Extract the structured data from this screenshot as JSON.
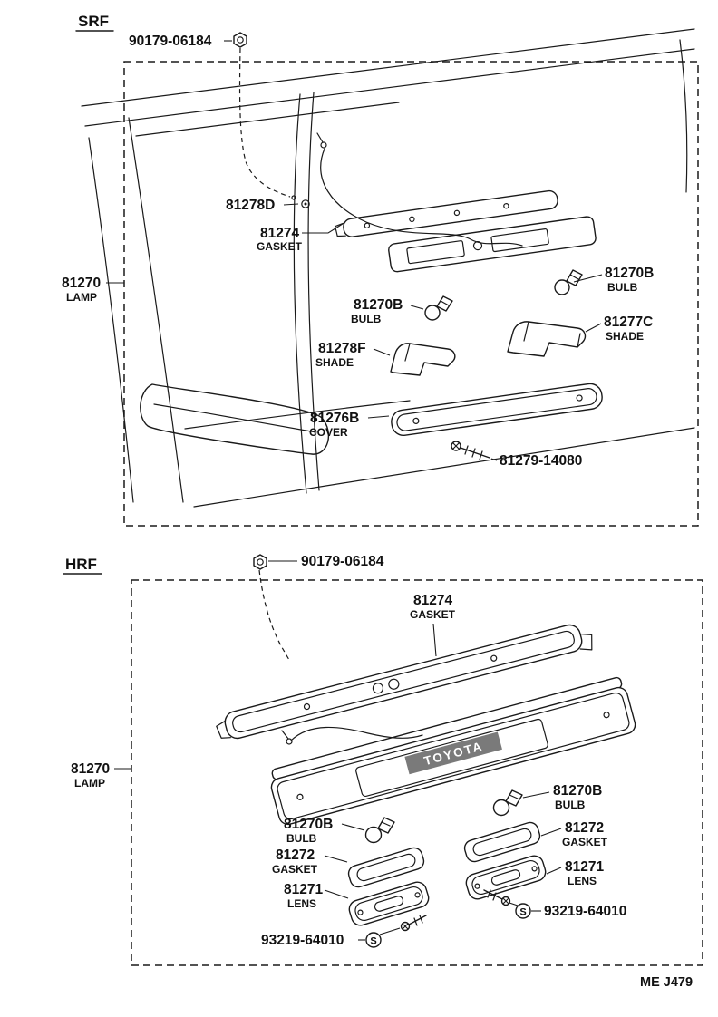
{
  "srf": {
    "title": "SRF",
    "nut_part": "90179-06184",
    "lamp_part": "81270",
    "lamp_desc": "LAMP",
    "screw_d": "81278D",
    "gasket_part": "81274",
    "gasket_desc": "GASKET",
    "bulb_right_part": "81270B",
    "bulb_right_desc": "BULB",
    "bulb_mid_part": "81270B",
    "bulb_mid_desc": "BULB",
    "shade_right_part": "81277C",
    "shade_right_desc": "SHADE",
    "shade_left_part": "81278F",
    "shade_left_desc": "SHADE",
    "cover_part": "81276B",
    "cover_desc": "COVER",
    "screw_part": "81279-14080"
  },
  "hrf": {
    "title": "HRF",
    "nut_part": "90179-06184",
    "gasket_part": "81274",
    "gasket_desc": "GASKET",
    "lamp_part": "81270",
    "lamp_desc": "LAMP",
    "logo": "TOYOTA",
    "bulb_right_part": "81270B",
    "bulb_right_desc": "BULB",
    "bulb_left_part": "81270B",
    "bulb_left_desc": "BULB",
    "gasket_right_part": "81272",
    "gasket_right_desc": "GASKET",
    "gasket_left_part": "81272",
    "gasket_left_desc": "GASKET",
    "lens_right_part": "81271",
    "lens_right_desc": "LENS",
    "lens_left_part": "81271",
    "lens_left_desc": "LENS",
    "screw_right_part": "93219-64010",
    "screw_right_symbol": "S",
    "screw_left_part": "93219-64010",
    "screw_left_symbol": "S"
  },
  "footer": {
    "code": "ME J479"
  }
}
